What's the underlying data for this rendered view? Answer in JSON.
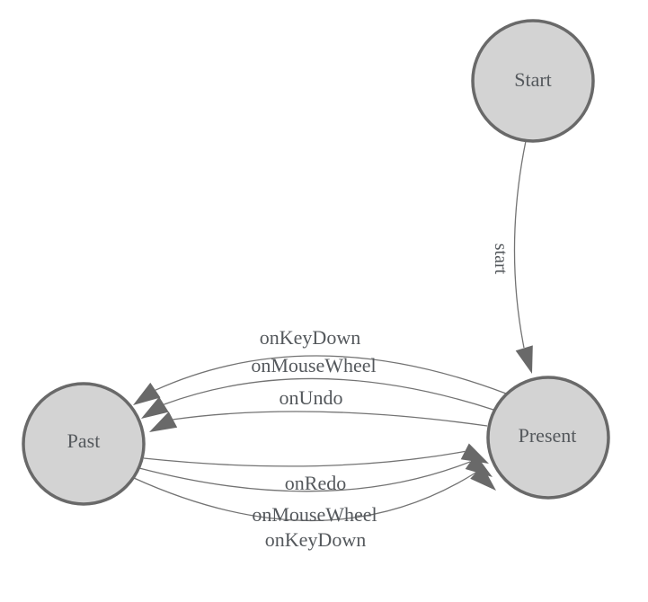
{
  "diagram": {
    "type": "state-diagram",
    "nodes": {
      "start": {
        "label": "Start"
      },
      "past": {
        "label": "Past"
      },
      "present": {
        "label": "Present"
      }
    },
    "edges": {
      "start_to_present": {
        "label": "start"
      },
      "present_to_past": [
        {
          "label": "onKeyDown"
        },
        {
          "label": "onMouseWheel"
        },
        {
          "label": "onUndo"
        }
      ],
      "past_to_present": [
        {
          "label": "onRedo"
        },
        {
          "label": "onMouseWheel"
        },
        {
          "label": "onKeyDown"
        }
      ]
    }
  },
  "colors": {
    "background": "#ffffff",
    "node_fill": "#d3d3d3",
    "node_border": "#696969",
    "edge_stroke": "#737373",
    "arrow_fill": "#696969",
    "label_text": "#54585c"
  }
}
